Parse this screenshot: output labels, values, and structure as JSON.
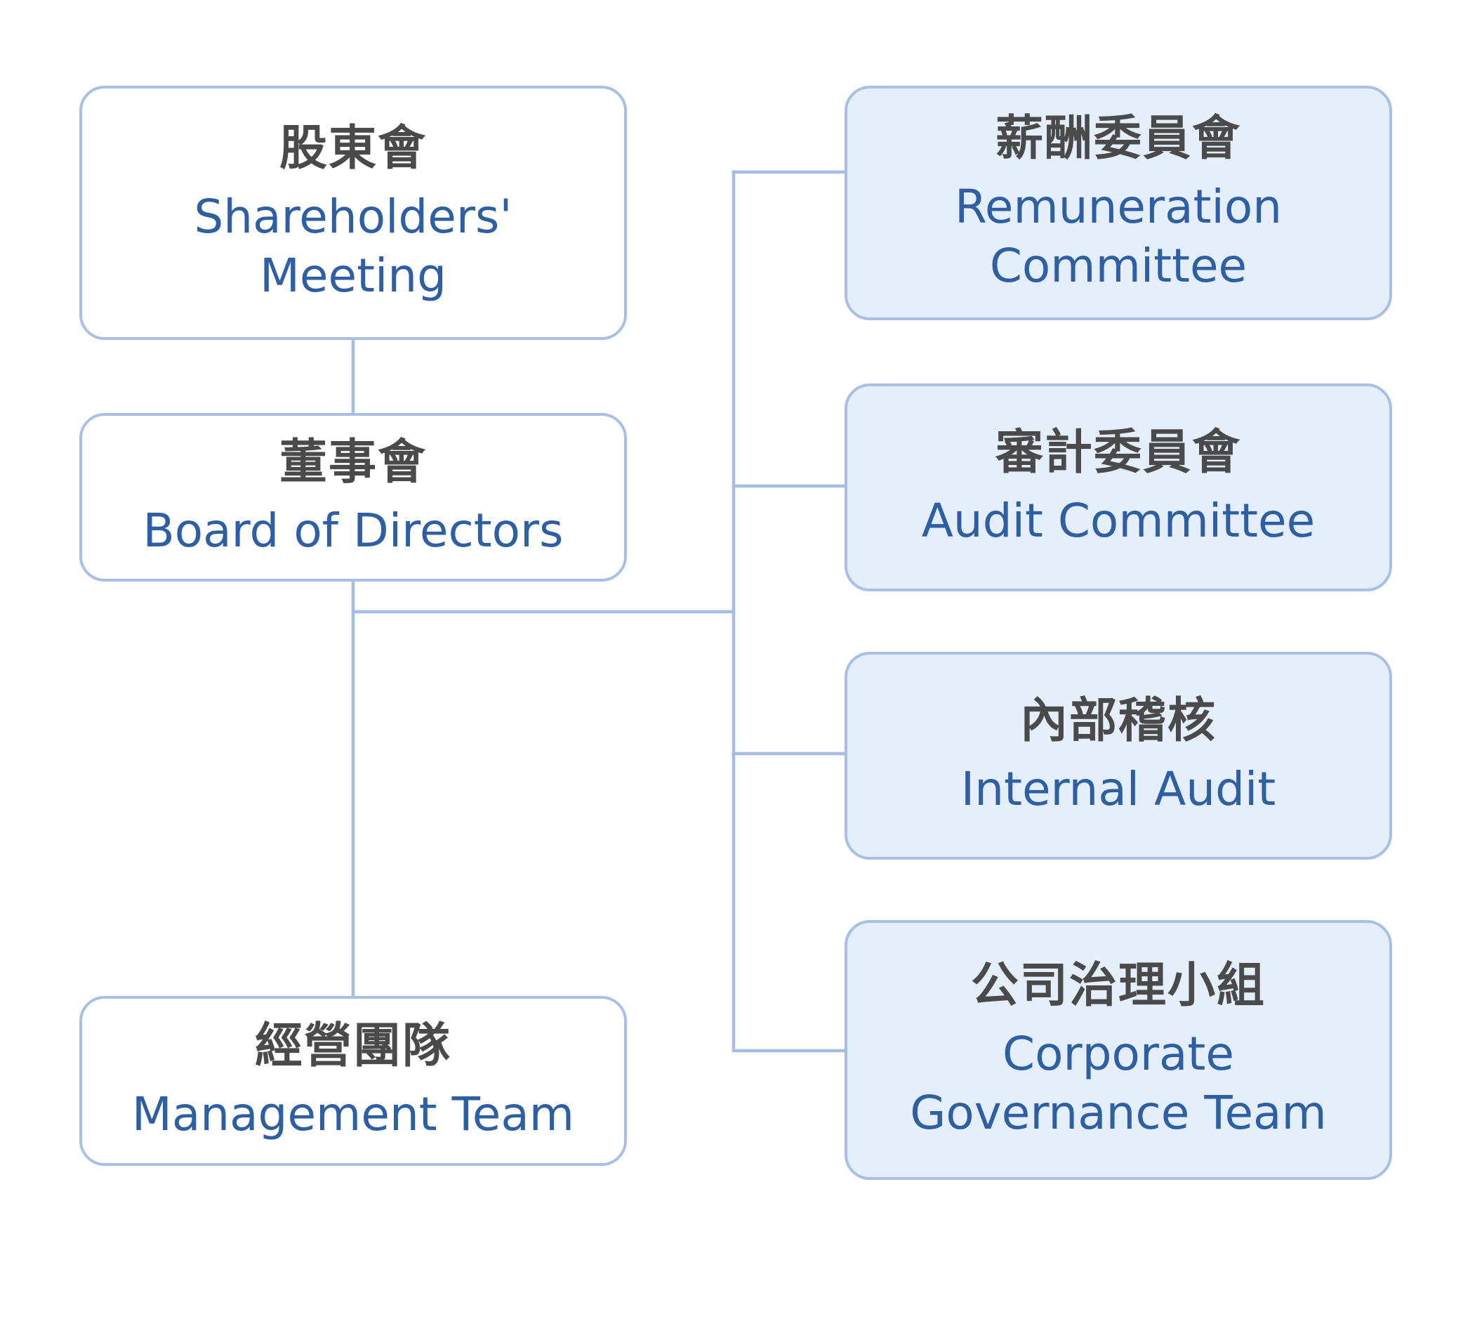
{
  "colors": {
    "border": "#a8c0e6",
    "connector": "#a3bde3",
    "committee_fill": "#e5eefb",
    "chinese_text": "#4a4a4a",
    "english_text": "#2f5fa3"
  },
  "nodes": {
    "shareholders": {
      "zh": "股東會",
      "en_line1": "Shareholders'",
      "en_line2": "Meeting"
    },
    "board": {
      "zh": "董事會",
      "en_line1": "Board of Directors"
    },
    "management": {
      "zh": "經營團隊",
      "en_line1": "Management Team"
    },
    "remuneration": {
      "zh": "薪酬委員會",
      "en_line1": "Remuneration",
      "en_line2": "Committee"
    },
    "audit": {
      "zh": "審計委員會",
      "en_line1": "Audit Committee"
    },
    "internal_audit": {
      "zh": "內部稽核",
      "en_line1": "Internal Audit"
    },
    "governance": {
      "zh": "公司治理小組",
      "en_line1": "Corporate",
      "en_line2": "Governance Team"
    }
  }
}
